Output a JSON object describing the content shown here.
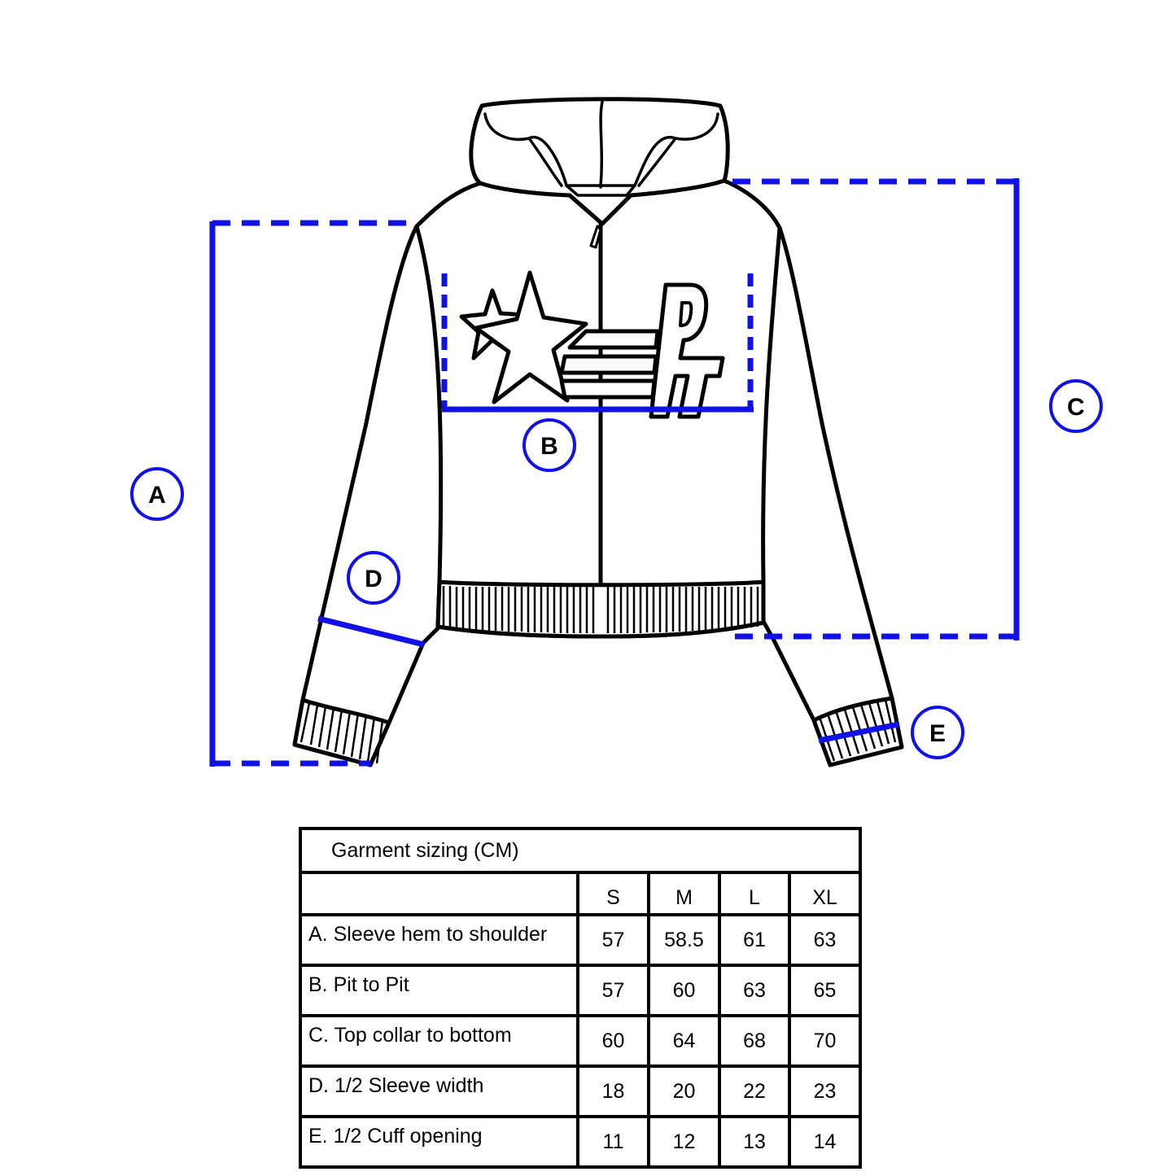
{
  "colors": {
    "accent": "#1010e8",
    "line": "#000000",
    "background": "#ffffff"
  },
  "markers": {
    "a": "A",
    "b": "B",
    "c": "C",
    "d": "D",
    "e": "E"
  },
  "table": {
    "title": "Garment sizing (CM)",
    "sizes": [
      "S",
      "M",
      "L",
      "XL"
    ],
    "rows": [
      {
        "label": "A. Sleeve hem to shoulder",
        "values": [
          "57",
          "58.5",
          "61",
          "63"
        ]
      },
      {
        "label": "B. Pit to Pit",
        "values": [
          "57",
          "60",
          "63",
          "65"
        ]
      },
      {
        "label": "C. Top collar to bottom",
        "values": [
          "60",
          "64",
          "68",
          "70"
        ]
      },
      {
        "label": "D. 1/2 Sleeve width",
        "values": [
          "18",
          "20",
          "22",
          "23"
        ]
      },
      {
        "label": "E. 1/2 Cuff opening",
        "values": [
          "11",
          "12",
          "13",
          "14"
        ]
      }
    ]
  }
}
